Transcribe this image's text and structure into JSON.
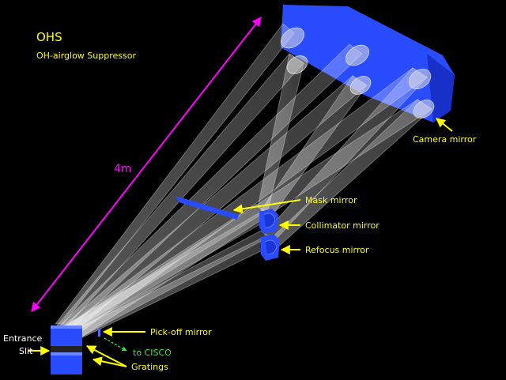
{
  "title": "OHS",
  "subtitle": "OH-airglow Suppressor",
  "scale_label": "4m",
  "labels": {
    "camera_mirror": "Camera mirror",
    "mask_mirror": "Mask mirror",
    "collimator_mirror": "Collimator mirror",
    "refocus_mirror": "Refocus mirror",
    "pickoff_mirror": "Pick-off mirror",
    "to_cisco": "to CISCO",
    "entrance": "Entrance",
    "slit": "Slit",
    "gratings": "Gratings"
  },
  "colors": {
    "background": "#000000",
    "title": "#ffff00",
    "label": "#ffff00",
    "arrow": "#ffff00",
    "scale": "#ff00ff",
    "cisco": "#33ee33",
    "optics_blue": "#2a4cff",
    "beam": "#d8d8d8"
  }
}
